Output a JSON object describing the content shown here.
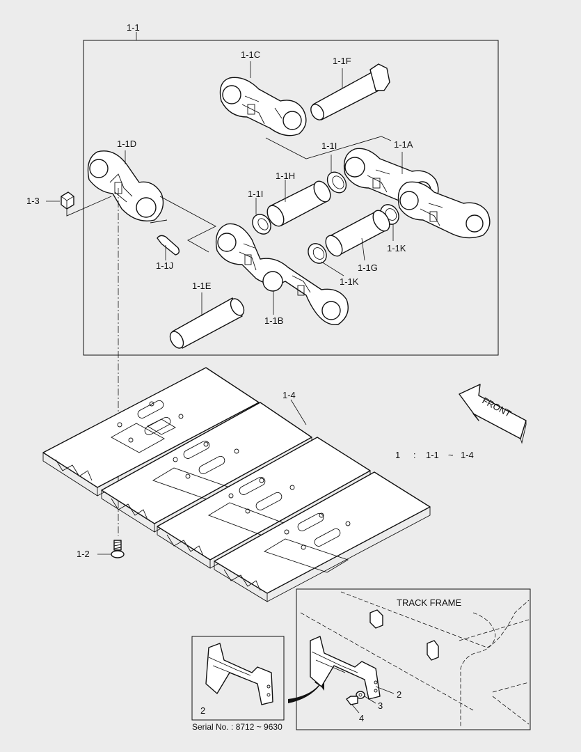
{
  "labels": {
    "assembly": "1-1",
    "link_c": "1-1C",
    "pin_f": "1-1F",
    "link_d": "1-1D",
    "seal_i_top": "1-1I",
    "link_a": "1-1A",
    "bushing_h": "1-1H",
    "seal_i_left": "1-1I",
    "nut": "1-3",
    "seal_k_right": "1-1K",
    "bushing_g": "1-1G",
    "seal_k_mid": "1-1K",
    "pin_j": "1-1J",
    "pin_e": "1-1E",
    "link_b": "1-1B",
    "shoe": "1-4",
    "bolt": "1-2",
    "guard_inset": "2",
    "guard": "2",
    "washer": "3",
    "guard_bolt": "4"
  },
  "front_label": "FRONT",
  "kit_line": {
    "no": "1",
    "colon": ":",
    "from": "1-1",
    "tilde": "~",
    "to": "1-4"
  },
  "track_frame_label": "TRACK FRAME",
  "serial_no": "Serial No. : 8712 ~ 9630"
}
